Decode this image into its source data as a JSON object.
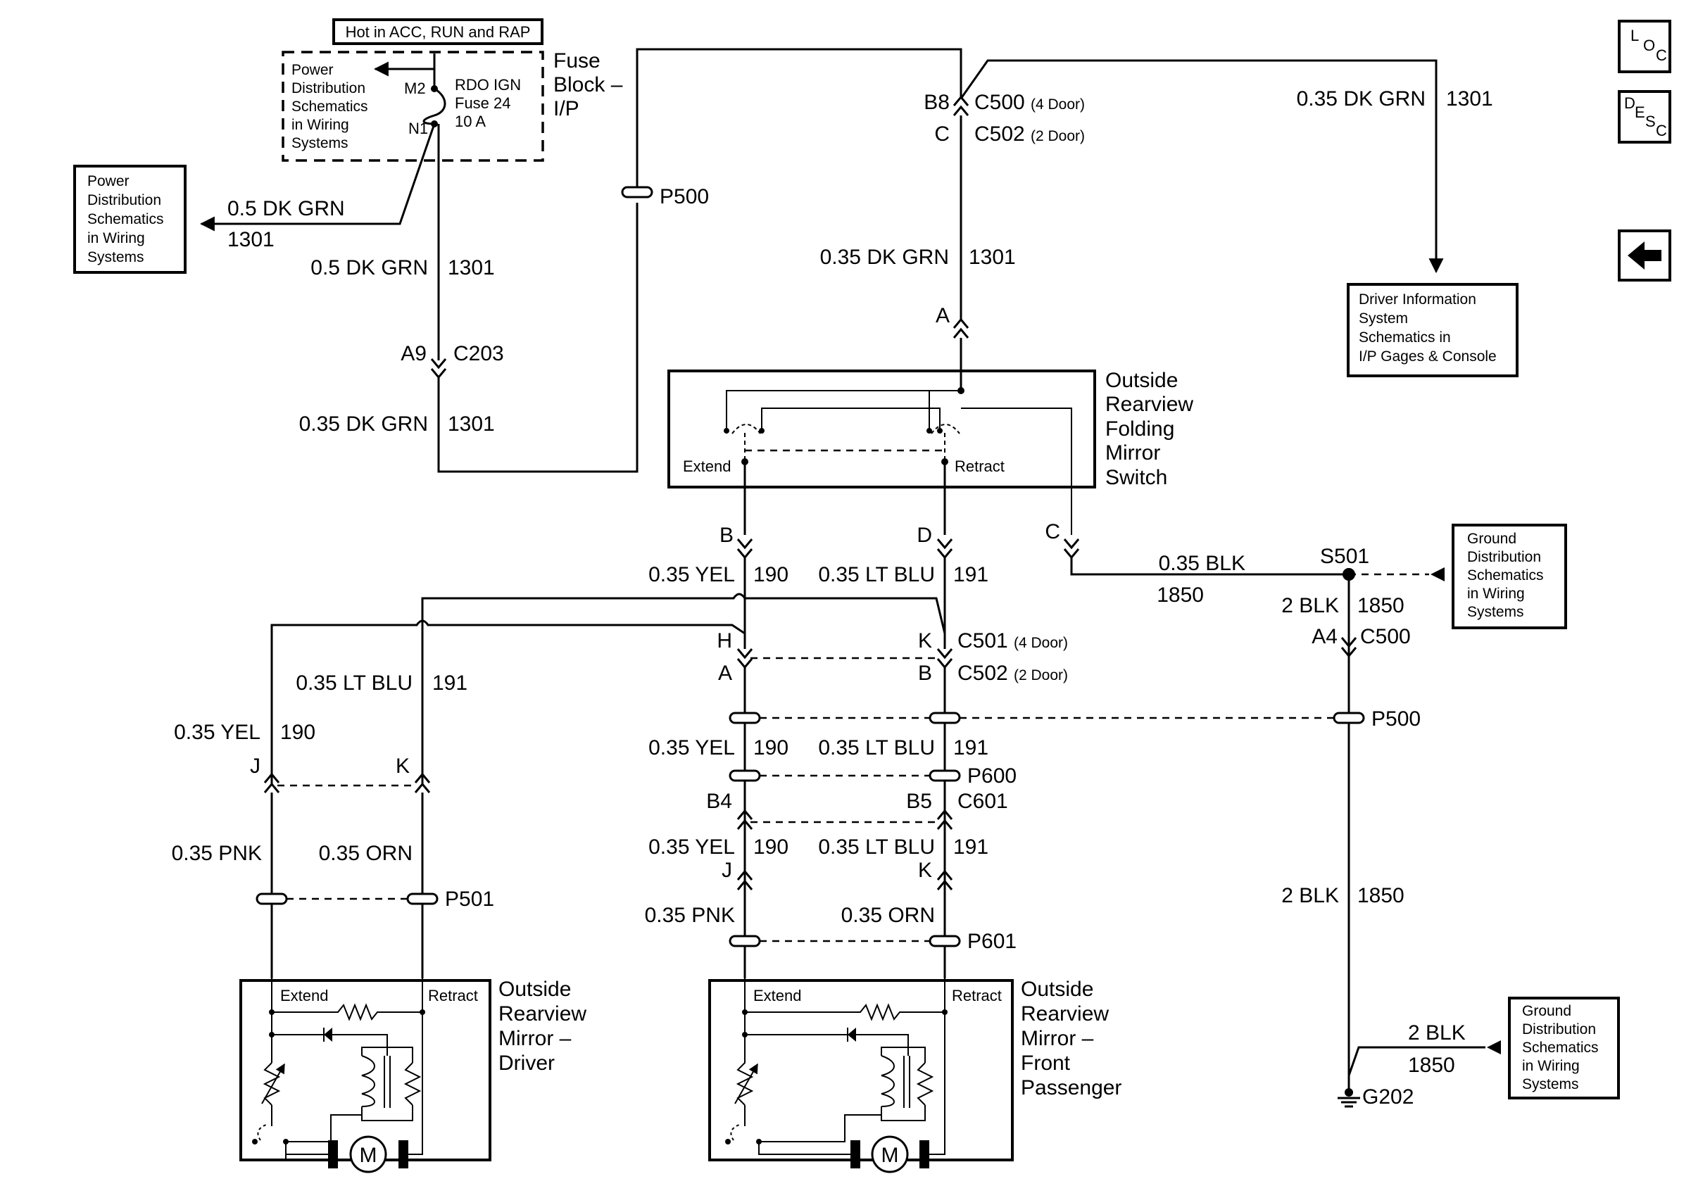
{
  "diagram": {
    "fuse_note": "Hot in ACC, RUN and RAP",
    "fuse_block_ref": [
      "Power",
      "Distribution",
      "Schematics",
      "in Wiring",
      "Systems"
    ],
    "fuse_terms": {
      "m2": "M2",
      "n1": "N1"
    },
    "fuse": [
      "RDO IGN",
      "Fuse 24",
      "10 A"
    ],
    "fuse_block_label": [
      "Fuse",
      "Block –",
      "I/P"
    ],
    "power_ref_left": [
      "Power",
      "Distribution",
      "Schematics",
      "in Wiring",
      "Systems"
    ],
    "wire_power_left": {
      "color": "0.5 DK GRN",
      "circuit": "1301"
    },
    "wire_fuse_down": {
      "color": "0.5 DK GRN",
      "circuit": "1301"
    },
    "c203": {
      "pin": "A9",
      "name": "C203"
    },
    "wire_c203_down": {
      "color": "0.35 DK GRN",
      "circuit": "1301"
    },
    "p500_top": "P500",
    "c500_top": {
      "pin": "B8",
      "name": "C500",
      "note": "(4 Door)"
    },
    "c502_top": {
      "pin": "C",
      "name": "C502",
      "note": "(2 Door)"
    },
    "wire_dic": {
      "color": "0.35 DK GRN",
      "circuit": "1301"
    },
    "dic_ref": [
      "Driver Information",
      "System",
      "Schematics in",
      "I/P Gages & Console"
    ],
    "wire_to_switch": {
      "color": "0.35 DK GRN",
      "circuit": "1301"
    },
    "switch_pin_a": "A",
    "switch_label": [
      "Outside",
      "Rearview",
      "Folding",
      "Mirror",
      "Switch"
    ],
    "switch_extend": "Extend",
    "switch_retract": "Retract",
    "switch_pins": {
      "b": "B",
      "d": "D",
      "c": "C"
    },
    "wire_blk_s501": {
      "color": "0.35 BLK",
      "circuit": "1850"
    },
    "s501": "S501",
    "ground_ref_top": [
      "Ground",
      "Distribution",
      "Schematics",
      "in Wiring",
      "Systems"
    ],
    "wire_s501_down": {
      "color": "2 BLK",
      "circuit": "1850"
    },
    "c500_right": {
      "pin": "A4",
      "name": "C500"
    },
    "p500_right": "P500",
    "wire_blk_lower": {
      "color": "2 BLK",
      "circuit": "1850"
    },
    "wire_blk_ground": {
      "color": "2 BLK",
      "circuit": "1850"
    },
    "g202": "G202",
    "ground_ref_bottom": [
      "Ground",
      "Distribution",
      "Schematics",
      "in Wiring",
      "Systems"
    ],
    "wire_yel_top": {
      "color": "0.35 YEL",
      "circuit": "190"
    },
    "wire_ltblu_top": {
      "color": "0.35 LT BLU",
      "circuit": "191"
    },
    "c501": {
      "pin_h": "H",
      "pin_k": "K",
      "name": "C501",
      "note": "(4 Door)"
    },
    "c502_mid": {
      "pin_a": "A",
      "pin_b": "B",
      "name": "C502",
      "note": "(2 Door)"
    },
    "wire_driver_ltblu": {
      "color": "0.35 LT BLU",
      "circuit": "191"
    },
    "wire_driver_yel": {
      "color": "0.35 YEL",
      "circuit": "190"
    },
    "driver_conn": {
      "j": "J",
      "k": "K"
    },
    "wire_driver_pnk": "0.35 PNK",
    "wire_driver_orn": "0.35 ORN",
    "p501": "P501",
    "driver_mirror_label": [
      "Outside",
      "Rearview",
      "Mirror –",
      "Driver"
    ],
    "mirror_extend": "Extend",
    "mirror_retract": "Retract",
    "motor": "M",
    "wire_mid_yel": {
      "color": "0.35 YEL",
      "circuit": "190"
    },
    "wire_mid_ltblu": {
      "color": "0.35 LT BLU",
      "circuit": "191"
    },
    "p600": "P600",
    "c601": {
      "pin_b4": "B4",
      "pin_b5": "B5",
      "name": "C601"
    },
    "wire_low_yel": {
      "color": "0.35 YEL",
      "circuit": "190"
    },
    "wire_low_ltblu": {
      "color": "0.35 LT BLU",
      "circuit": "191"
    },
    "pass_conn": {
      "j": "J",
      "k": "K"
    },
    "wire_pass_pnk": "0.35 PNK",
    "wire_pass_orn": "0.35 ORN",
    "p601": "P601",
    "pass_mirror_label": [
      "Outside",
      "Rearview",
      "Mirror –",
      "Front",
      "Passenger"
    ]
  },
  "nav": {
    "loc": {
      "a": "L",
      "b": "O",
      "c": "C"
    },
    "desc": {
      "a": "D",
      "b": "E",
      "c": "S",
      "d": "C"
    },
    "back_icon": "left-arrow-icon"
  }
}
